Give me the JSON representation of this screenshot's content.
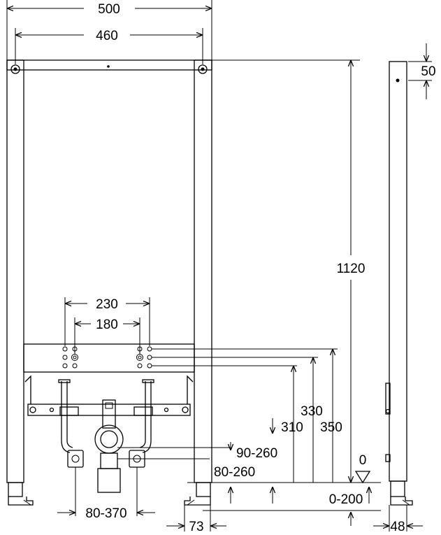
{
  "dimensions": {
    "outer_width": "500",
    "inner_width": "460",
    "total_height": "1120",
    "top_offset": "50",
    "fitting_spacing_outer": "230",
    "fitting_spacing_inner": "180",
    "height_330": "330",
    "height_310": "310",
    "height_350": "350",
    "range_90_260": "90-260",
    "range_80_260": "80-260",
    "floor_level": "0",
    "foot_adjust": "0-200",
    "foot_spacing": "80-370",
    "foot_depth": "73",
    "profile_depth": "48"
  }
}
